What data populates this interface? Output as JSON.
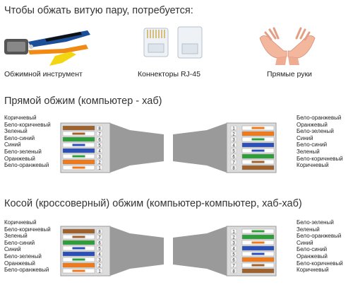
{
  "header": {
    "title": "Чтобы обжать витую пару, потребуется:"
  },
  "tools": [
    {
      "label": "Обжимной инструмент",
      "icon": "crimping-tool-icon"
    },
    {
      "label": "Коннекторы RJ-45",
      "icon": "rj45-connector-icon"
    },
    {
      "label": "Прямые руки",
      "icon": "hands-icon"
    }
  ],
  "straight": {
    "title": "Прямой обжим (компьютер - хаб)",
    "left_labels": [
      "Коричневый",
      "Бело-коричневый",
      "Зеленый",
      "Бело-синий",
      "Синий",
      "Бело-зеленый",
      "Оранжевый",
      "Бело-оранжевый"
    ],
    "right_labels": [
      "Бело-оранжевый",
      "Оранжевый",
      "Бело-зеленый",
      "Синий",
      "Бело-синий",
      "Зеленый",
      "Бело-коричневый",
      "Коричневый"
    ],
    "left_pins": [
      "8",
      "7",
      "6",
      "5",
      "4",
      "3",
      "2",
      "1"
    ],
    "right_pins": [
      "1",
      "2",
      "3",
      "4",
      "5",
      "6",
      "7",
      "8"
    ]
  },
  "cross": {
    "title": "Косой (кроссоверный) обжим (компьютер-компьютер, хаб-хаб)",
    "left_labels": [
      "Коричневый",
      "Бело-коричневый",
      "Зеленый",
      "Бело-синий",
      "Синий",
      "Бело-зеленый",
      "Оранжевый",
      "Бело-оранжевый"
    ],
    "right_labels": [
      "Бело-зеленый",
      "Зеленый",
      "Бело-оранжевый",
      "Синий",
      "Бело-синий",
      "Оранжевый",
      "Бело-коричневый",
      "Коричневый"
    ],
    "left_pins": [
      "8",
      "7",
      "6",
      "5",
      "4",
      "3",
      "2",
      "1"
    ],
    "right_pins": [
      "1",
      "2",
      "3",
      "4",
      "5",
      "6",
      "7",
      "8"
    ]
  },
  "colors": {
    "brown": "#a0622d",
    "green": "#2e9e3a",
    "blue": "#2b4fb8",
    "orange": "#f07a1a",
    "white": "#ffffff",
    "jacket": "#9a9a9a",
    "plug": "#dcdcdc"
  }
}
